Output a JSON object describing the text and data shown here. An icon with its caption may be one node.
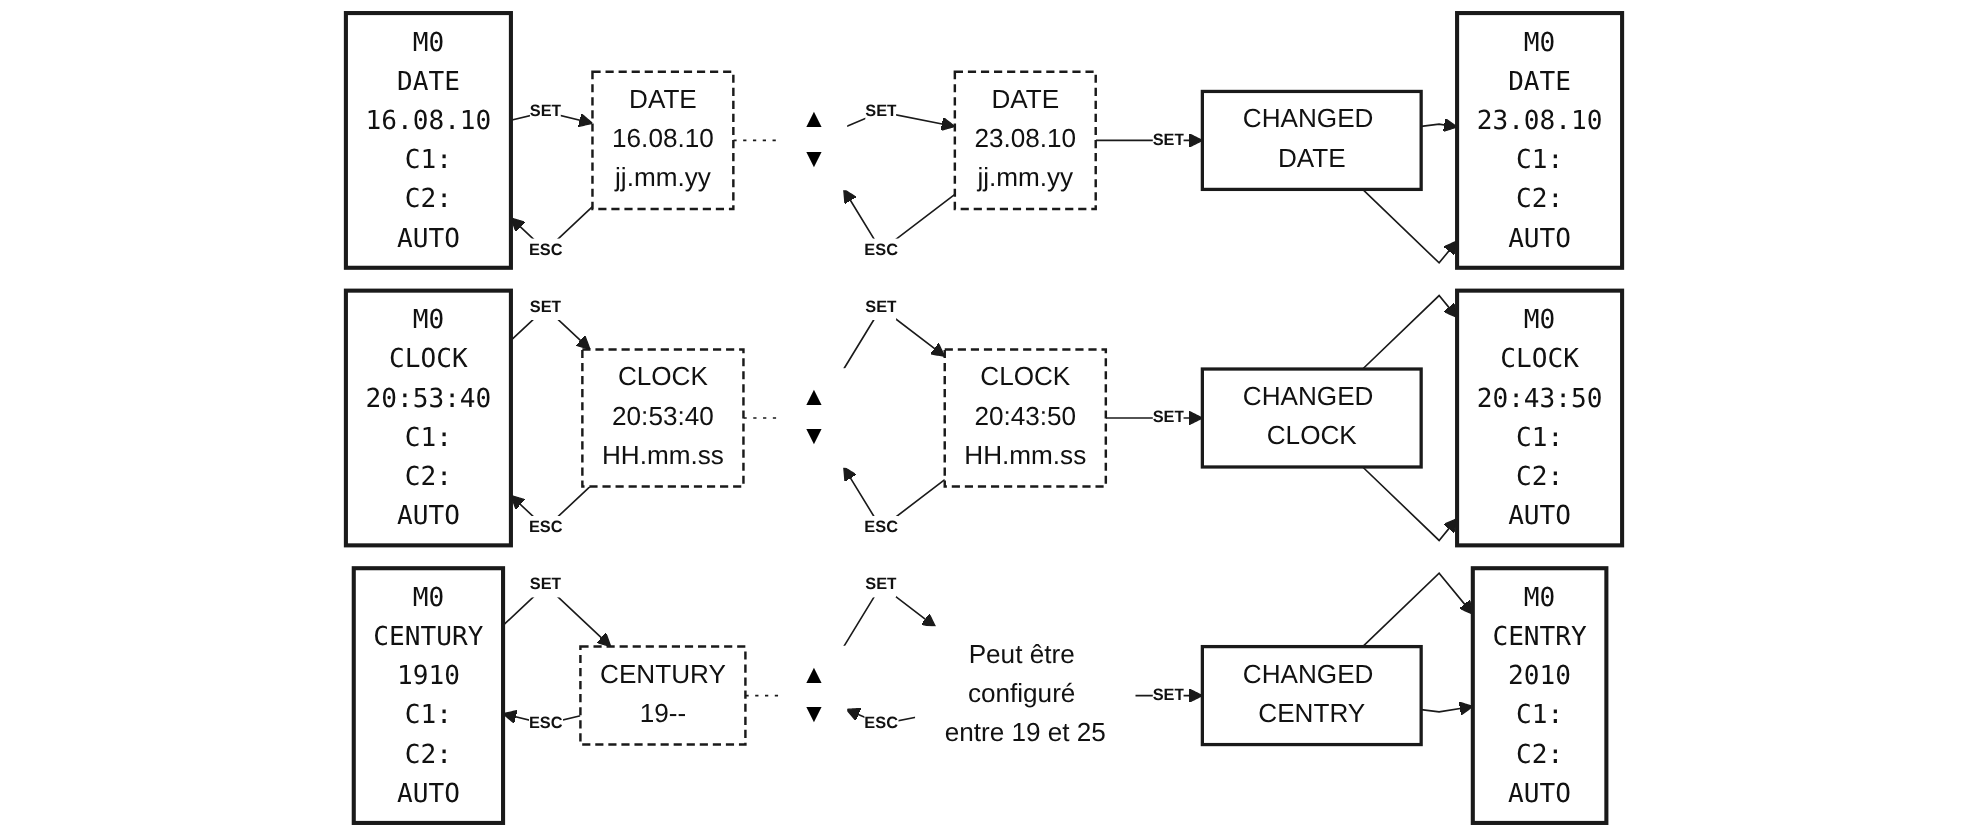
{
  "diagram": {
    "nodes": [
      {
        "text": [
          "M0",
          "DATE",
          "16.08.10",
          "C1:",
          "C2:",
          "AUTO"
        ]
      },
      {
        "text": [
          "DATE",
          "16.08.10",
          "jj.mm.yy"
        ]
      },
      {
        "text": [
          "▲",
          "▼"
        ]
      },
      {
        "text": [
          "DATE",
          "23.08.10",
          "jj.mm.yy"
        ]
      },
      {
        "text": [
          "CHANGED DATE"
        ]
      },
      {
        "text": [
          "M0",
          "DATE",
          "23.08.10",
          "C1:",
          "C2:",
          "AUTO"
        ]
      },
      {
        "text": [
          "M0",
          "CLOCK",
          "20:53:40",
          "C1:",
          "C2:",
          "AUTO"
        ]
      },
      {
        "text": [
          "CLOCK",
          "20:53:40",
          "HH.mm.ss"
        ]
      },
      {
        "text": [
          "▲",
          "▼"
        ]
      },
      {
        "text": [
          "CLOCK",
          "20:43:50",
          "HH.mm.ss"
        ]
      },
      {
        "text": [
          "CHANGED CLOCK"
        ]
      },
      {
        "text": [
          "M0",
          "CLOCK",
          "20:43:50",
          "C1:",
          "C2:",
          "AUTO"
        ]
      },
      {
        "text": [
          "M0",
          "CENTURY",
          "1910",
          "C1:",
          "C2:",
          "AUTO"
        ]
      },
      {
        "text": [
          "CENTURY",
          "19--"
        ]
      },
      {
        "text": [
          "▲",
          "▼"
        ]
      },
      {
        "text": [
          "Peut être configuré entre 19 et 25"
        ]
      },
      {
        "text": [
          "CHANGED CENTRY"
        ]
      },
      {
        "text": [
          "M0",
          "CENTRY",
          "2010",
          "C1:",
          "C2:",
          "AUTO"
        ]
      }
    ],
    "edges": [
      {
        "from": 1,
        "to": 0,
        "arrow": "to",
        "label": "ESC"
      },
      {
        "from": 0,
        "to": 1,
        "arrow": "to",
        "label": "SET"
      },
      {
        "from": 1,
        "to": 2,
        "arrow": "none",
        "style": "dashed"
      },
      {
        "from": 3,
        "to": 2,
        "arrow": "to",
        "label": "ESC"
      },
      {
        "from": 2,
        "to": 3,
        "arrow": "to",
        "label": "SET"
      },
      {
        "from": 3,
        "to": 4,
        "arrow": "to",
        "label": "SET"
      },
      {
        "from": 4,
        "to": 5,
        "arrow": "to"
      },
      {
        "from": 4,
        "to": 5,
        "arrow": "to"
      },
      {
        "from": 7,
        "to": 6,
        "arrow": "to",
        "label": "ESC"
      },
      {
        "from": 6,
        "to": 7,
        "arrow": "to",
        "label": "SET"
      },
      {
        "from": 7,
        "to": 8,
        "arrow": "none",
        "style": "dashed"
      },
      {
        "from": 9,
        "to": 8,
        "arrow": "to",
        "label": "ESC"
      },
      {
        "from": 8,
        "to": 9,
        "arrow": "to",
        "label": "SET"
      },
      {
        "from": 9,
        "to": 10,
        "arrow": "to",
        "label": "SET"
      },
      {
        "from": 10,
        "to": 11,
        "arrow": "to"
      },
      {
        "from": 10,
        "to": 11,
        "arrow": "to"
      },
      {
        "from": 13,
        "to": 12,
        "arrow": "to",
        "label": "ESC"
      },
      {
        "from": 12,
        "to": 13,
        "arrow": "to",
        "label": "SET"
      },
      {
        "from": 13,
        "to": 14,
        "arrow": "none",
        "style": "dashed"
      },
      {
        "from": 15,
        "to": 14,
        "arrow": "to",
        "label": "ESC"
      },
      {
        "from": 14,
        "to": 15,
        "arrow": "to",
        "label": "SET"
      },
      {
        "from": 15,
        "to": 16,
        "arrow": "to",
        "label": "SET"
      },
      {
        "from": 16,
        "to": 17,
        "arrow": "to"
      },
      {
        "from": 16,
        "to": 17,
        "arrow": "to"
      }
    ]
  }
}
